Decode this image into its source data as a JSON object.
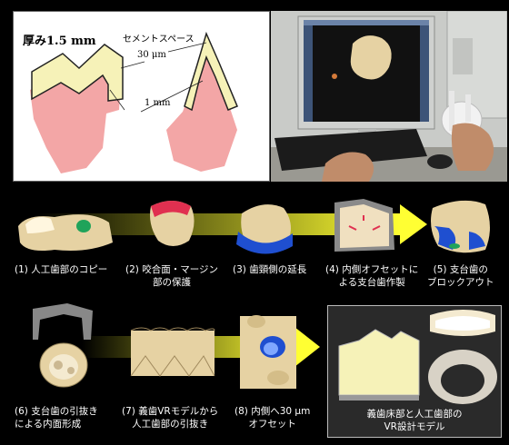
{
  "diagram": {
    "thickness_label": "厚み1.5 mm",
    "cement_label": "セメントスペース",
    "offset_label": "30 μm",
    "depth_label": "1 mm"
  },
  "steps": [
    {
      "label_l1": "(1) 人工歯部のコピー",
      "label_l2": ""
    },
    {
      "label_l1": "(2) 咬合面・マージン",
      "label_l2": "部の保護"
    },
    {
      "label_l1": "(3) 歯頸側の延長",
      "label_l2": ""
    },
    {
      "label_l1": "(4) 内側オフセットに",
      "label_l2": "よる支台歯作製"
    },
    {
      "label_l1": "(5) 支台歯の",
      "label_l2": "ブロックアウト"
    },
    {
      "label_l1": "(6) 支台歯の引抜き",
      "label_l2": "による内面形成"
    },
    {
      "label_l1": "(7) 義歯VRモデルから",
      "label_l2": "人工歯部の引抜き"
    },
    {
      "label_l1": "(8) 内側へ30 μm",
      "label_l2": "オフセット"
    }
  ],
  "result": {
    "label_l1": "義歯床部と人工歯部の",
    "label_l2": "VR設計モデル"
  },
  "colors": {
    "tissue_pink": "#f3a6a6",
    "cap_cream": "#f6f2b8",
    "tooth_beige": "#e6d2a3",
    "block_blue": "#1f4fd0",
    "green": "#1fa35a",
    "arrow_yellow": "#ffff33"
  }
}
